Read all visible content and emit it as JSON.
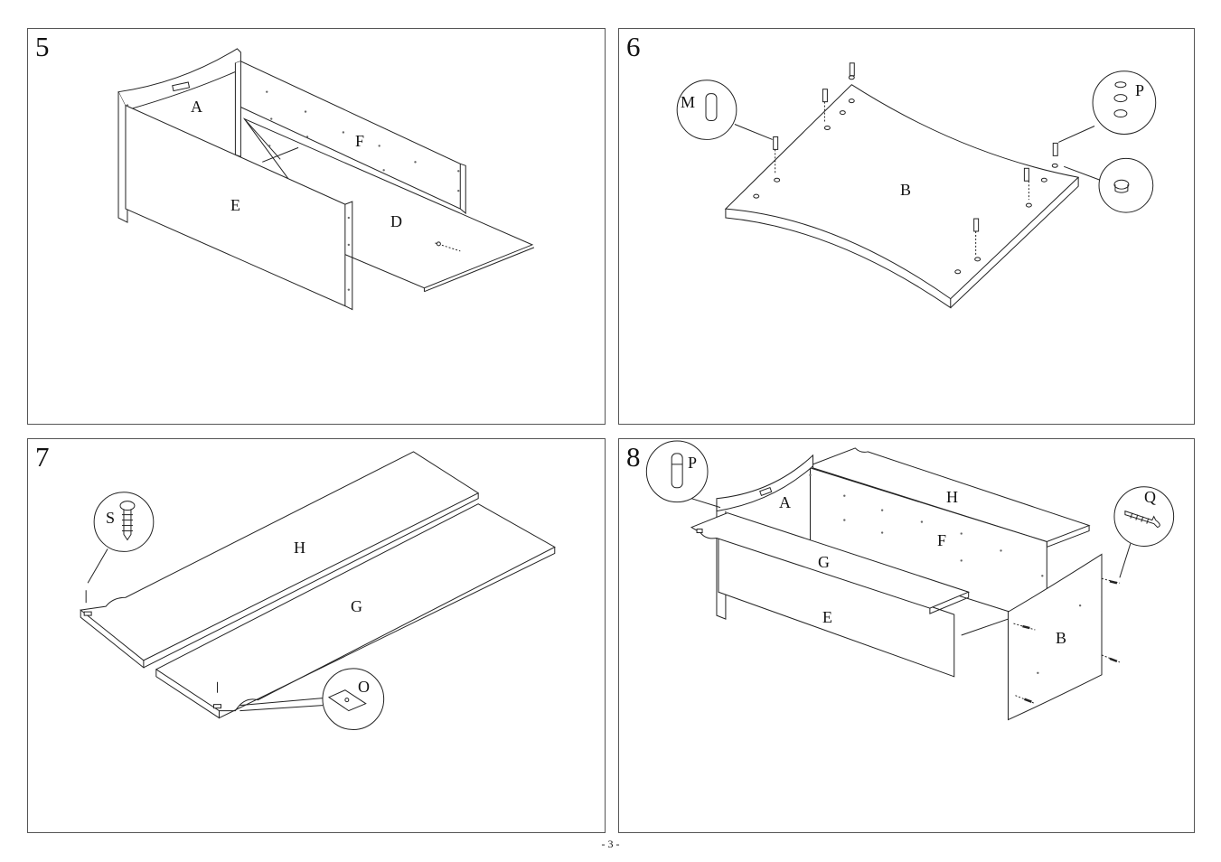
{
  "steps": [
    {
      "number": "5",
      "labels": {
        "A": "A",
        "F": "F",
        "E": "E",
        "D": "D"
      }
    },
    {
      "number": "6",
      "labels": {
        "M": "M",
        "P": "P",
        "B": "B"
      }
    },
    {
      "number": "7",
      "labels": {
        "S": "S",
        "H": "H",
        "G": "G",
        "O": "O"
      }
    },
    {
      "number": "8",
      "labels": {
        "P": "P",
        "A": "A",
        "H": "H",
        "Q": "Q",
        "F": "F",
        "G": "G",
        "E": "E",
        "B": "B"
      }
    }
  ],
  "footer": "- 3 -"
}
